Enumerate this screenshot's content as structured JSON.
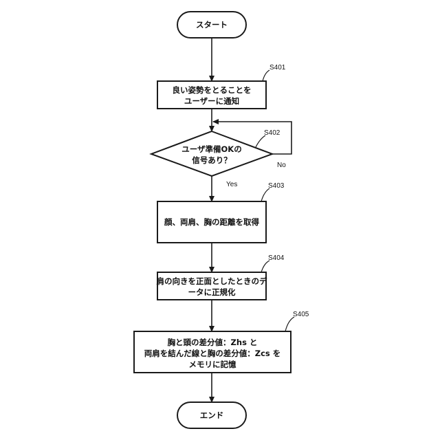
{
  "start": {
    "label": "スタート"
  },
  "steps": [
    {
      "id": "S401",
      "lines": [
        "良い姿勢をとることを",
        "ユーザーに通知"
      ]
    },
    {
      "id": "S402",
      "lines": [
        "ユーザ準備OKの",
        "信号あり？"
      ],
      "no_label": "No",
      "yes_label": "Yes"
    },
    {
      "id": "S403",
      "lines": [
        "顔、両肩、胸の距離を取得"
      ]
    },
    {
      "id": "S404",
      "lines": [
        "肩の向きを正面としたときのデ",
        "ータに正規化"
      ]
    },
    {
      "id": "S405",
      "lines": [
        "胸と頭の差分値：Zhs と",
        "両肩を結んだ線と胸の差分値：Zcs を",
        "メモリに記憶"
      ]
    }
  ],
  "end": {
    "label": "エンド"
  }
}
